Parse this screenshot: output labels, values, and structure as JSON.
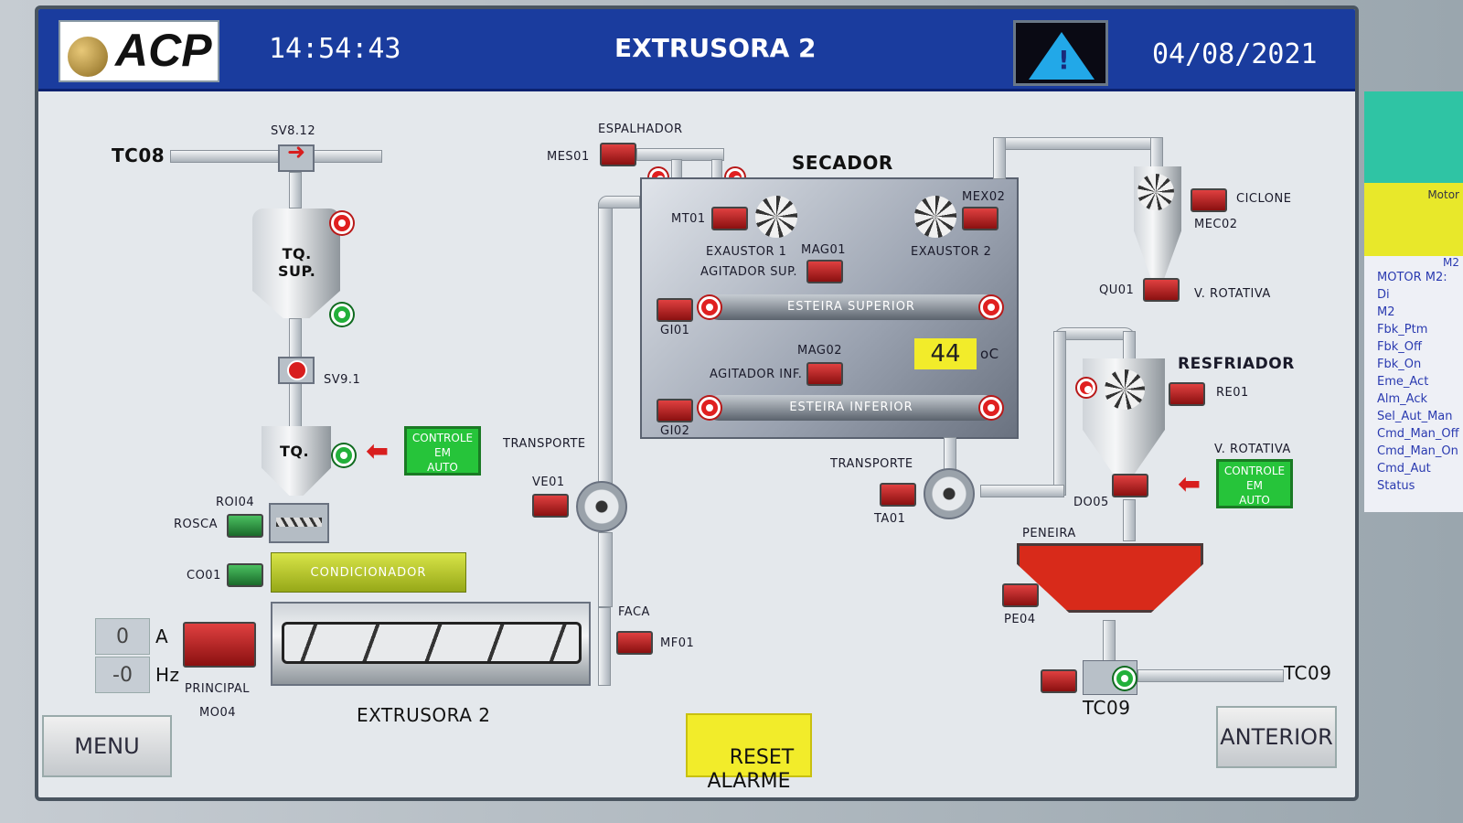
{
  "header": {
    "logo_text": "ACP",
    "time": "14:54:43",
    "title": "EXTRUSORA 2",
    "date": "04/08/2021",
    "alarm_icon": "warning-icon"
  },
  "left_section": {
    "tc08": "TC08",
    "sv812": "SV8.12",
    "tq_sup": "TQ.\nSUP.",
    "sv91": "SV9.1",
    "tq": "TQ.",
    "controle_auto": "CONTROLE\nEM\nAUTO",
    "roi04": "ROI04",
    "rosca": "ROSCA",
    "co01": "CO01",
    "condicionador": "CONDICIONADOR",
    "amps_value": "0",
    "amps_unit": "A",
    "hz_value": "-0",
    "hz_unit": "Hz",
    "principal": "PRINCIPAL",
    "mo04": "MO04",
    "extrusora2": "EXTRUSORA 2"
  },
  "middle_section": {
    "espalhador": "ESPALHADOR",
    "mes01": "MES01",
    "transporte": "TRANSPORTE",
    "ve01": "VE01",
    "faca": "FACA",
    "mf01": "MF01"
  },
  "secador": {
    "title": "SECADOR",
    "mt01": "MT01",
    "exaustor1": "EXAUSTOR 1",
    "mag01": "MAG01",
    "agitador_sup": "AGITADOR SUP.",
    "mex02": "MEX02",
    "exaustor2": "EXAUSTOR 2",
    "esteira_superior": "ESTEIRA SUPERIOR",
    "gi01": "GI01",
    "mag02": "MAG02",
    "agitador_inf": "AGITADOR INF.",
    "temp_value": "44",
    "temp_unit": "oC",
    "esteira_inferior": "ESTEIRA INFERIOR",
    "gi02": "GI02"
  },
  "right_section": {
    "ciclone": "CICLONE",
    "mec02": "MEC02",
    "qu01": "QU01",
    "v_rotativa": "V. ROTATIVA",
    "resfriador": "RESFRIADOR",
    "re01": "RE01",
    "transporte": "TRANSPORTE",
    "ta01": "TA01",
    "v_rotativa2": "V. ROTATIVA",
    "controle_auto": "CONTROLE\nEM\nAUTO",
    "do05": "DO05",
    "peneira": "PENEIRA",
    "pe04": "PE04",
    "tc09_a": "TC09",
    "tc09_b": "TC09"
  },
  "footer": {
    "menu": "MENU",
    "reset": "RESET\nALARME",
    "anterior": "ANTERIOR"
  },
  "side_panel": {
    "motor_label": "Motor",
    "m2": "M2",
    "items": [
      "MOTOR M2: Di",
      "M2",
      "Fbk_Ptm",
      "Fbk_Off",
      "Fbk_On",
      "Eme_Act",
      "Alm_Ack",
      "Sel_Aut_Man",
      "Cmd_Man_Off",
      "Cmd_Man_On",
      "Cmd_Aut",
      "Status"
    ]
  },
  "colors": {
    "header_bg": "#1a3c9e",
    "auto_green": "#26c43a",
    "alarm_yellow": "#f2ec2a",
    "temp_yellow": "#f2ec2a"
  }
}
